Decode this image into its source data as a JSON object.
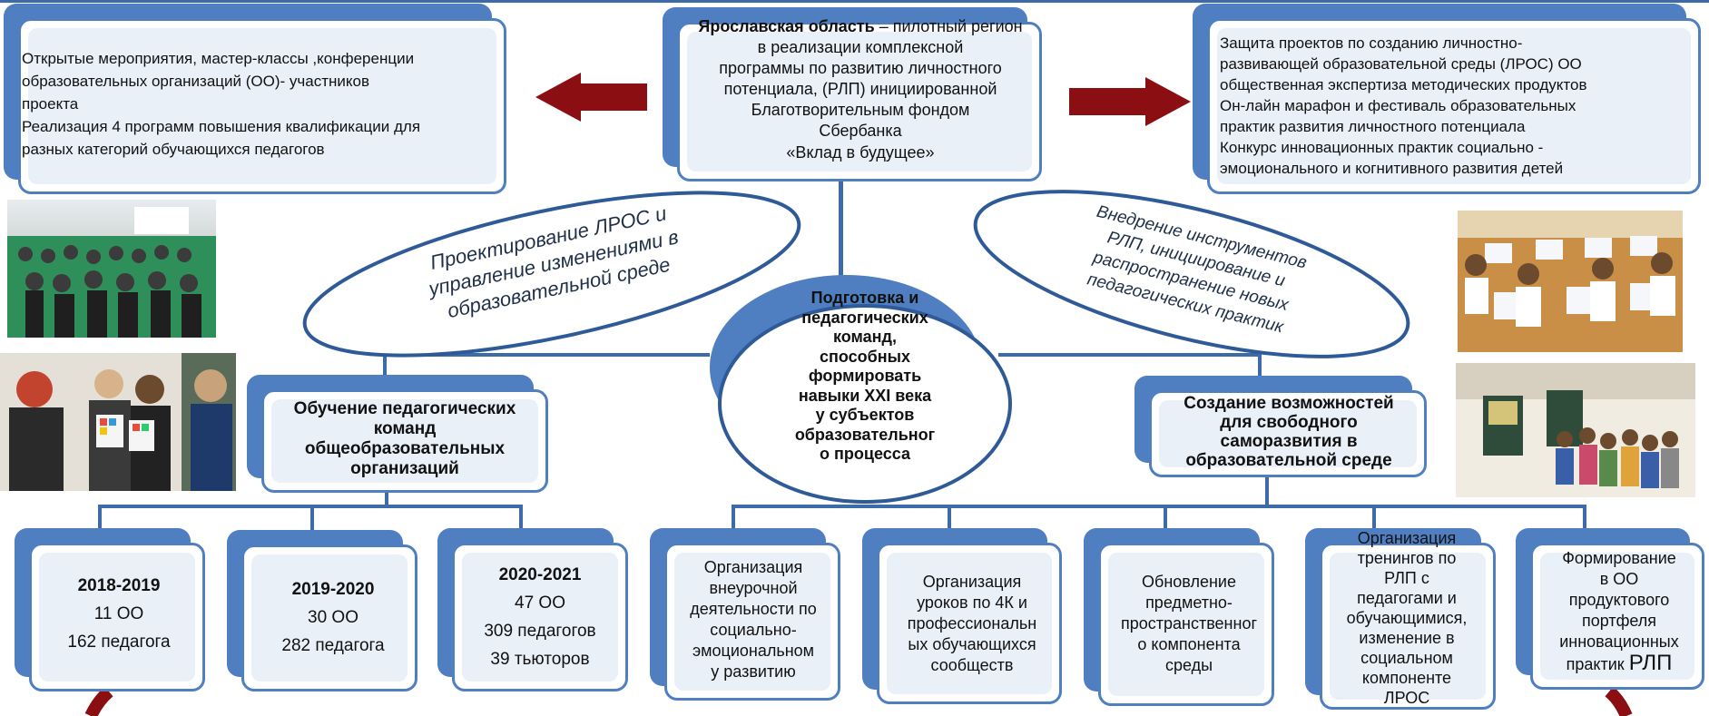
{
  "top_center": {
    "title_bold": "Ярославская область",
    "title_rest": " – пилотный регион",
    "lines": [
      "в реализации комплексной",
      "программы по развитию личностного",
      "потенциала, (РЛП) инициированной",
      "Благотворительным фондом",
      "Сбербанка"
    ],
    "footer": "«Вклад в будущее»"
  },
  "top_left": {
    "lines": [
      "Открытые мероприятия, мастер-классы ,конференции",
      "образовательных организаций  (ОО)-  участников",
      "проекта",
      "Реализация 4 программ повышения квалификации  для",
      "разных категорий обучающихся педагогов"
    ]
  },
  "top_right": {
    "lines": [
      "Защита проектов по созданию личностно-",
      "развивающей образовательной среды (ЛРОС) ОО",
      "общественная экспертиза методических продуктов",
      "Он-лайн марафон и фестиваль образовательных",
      "практик развития личностного потенциала",
      "Конкурс инновационных практик  социально -",
      "эмоционального и когнитивного развития детей"
    ]
  },
  "ellipse_left": {
    "lines": [
      "Проектирование ЛРОС и",
      "управление изменениями в",
      "образовательной  среде"
    ]
  },
  "ellipse_right": {
    "lines": [
      "Внедрение инструментов",
      "РЛП, инициирование и",
      "распространение новых",
      "педагогических практик"
    ]
  },
  "center_oval": {
    "lines": [
      "Подготовка и",
      "педагогических",
      "команд,",
      "способных",
      "формировать",
      "навыки XXI века",
      "у субъектов",
      "образовательног",
      "о процесса"
    ]
  },
  "mid_left": {
    "lines": [
      "Обучение  педагогических",
      "команд",
      "общеобразовательных",
      "организаций"
    ]
  },
  "mid_right": {
    "lines": [
      "Создание возможностей",
      "для свободного",
      "саморазвития в",
      "образовательной среде"
    ]
  },
  "years": [
    {
      "year": "2018-2019",
      "lines": [
        "11    ОО",
        "162 педагога"
      ]
    },
    {
      "year": "2019-2020",
      "lines": [
        "30    ОО",
        "282 педагога"
      ]
    },
    {
      "year": "2020-2021",
      "lines": [
        "47    ОО",
        "309 педагогов",
        "39     тьюторов"
      ]
    }
  ],
  "actions": [
    {
      "lines": [
        "Организация",
        "внеурочной",
        "деятельности по",
        "социально-",
        "эмоциональном",
        "у развитию"
      ]
    },
    {
      "lines": [
        "Организация",
        "уроков по 4К и",
        "профессиональн",
        "ых обучающихся",
        "сообществ"
      ]
    },
    {
      "lines": [
        "Обновление",
        "предметно-",
        "пространственног",
        "о компонента",
        "среды"
      ]
    },
    {
      "lines": [
        "Организация",
        "тренингов по",
        "РЛП  с",
        "педагогами и",
        "обучающимися,",
        "изменение в",
        "социальном",
        "компоненте",
        "ЛРОС"
      ]
    },
    {
      "lines": [
        "Формирование",
        "в ОО",
        "продуктового",
        "портфеля",
        "инновационных",
        "практик"
      ],
      "last_big": "РЛП"
    }
  ],
  "colors": {
    "blue": "#4f7fc0",
    "dark_blue": "#3d6aa8",
    "arrow": "#8b0f12",
    "inner": "#eaf0f8"
  }
}
